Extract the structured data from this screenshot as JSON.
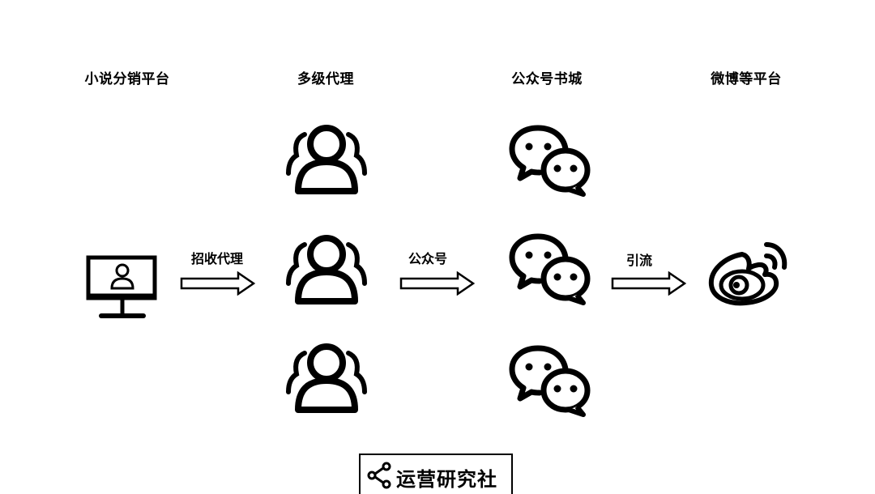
{
  "columns": {
    "platform": "小说分销平台",
    "agents": "多级代理",
    "bookstore": "公众号书城",
    "weibo": "微博等平台"
  },
  "arrows": {
    "recruit": "招收代理",
    "official_account": "公众号",
    "traffic": "引流"
  },
  "watermark": "运营研究社",
  "icons": {
    "computer": "monitor-user-icon",
    "agent": "user-group-icon",
    "wechat": "wechat-icon",
    "weibo": "weibo-icon"
  }
}
